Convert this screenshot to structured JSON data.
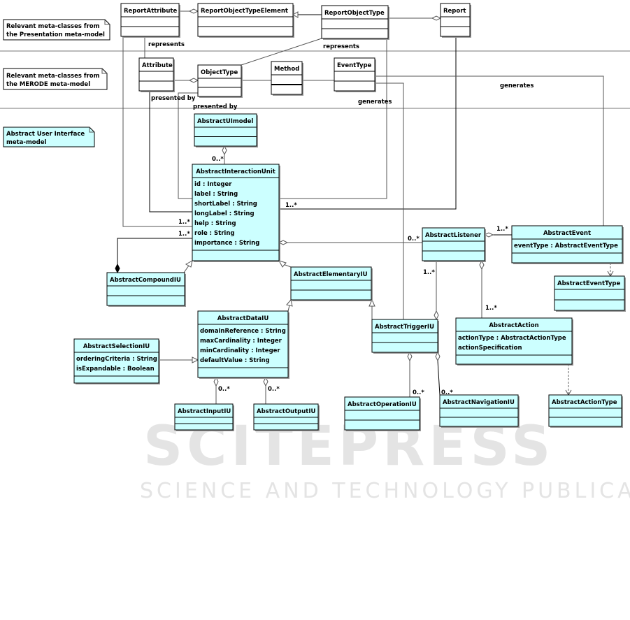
{
  "watermark": {
    "line1": "SCITEPRESS",
    "line2": "SCIENCE AND TECHNOLOGY PUBLICATIONS"
  },
  "notes": {
    "presentation": [
      "Relevant meta-classes from",
      "the Presentation meta-model"
    ],
    "merode": [
      "Relevant meta-classes from",
      "the MERODE meta-model"
    ],
    "aui": [
      "Abstract User Interface",
      "meta-model"
    ]
  },
  "classes": {
    "report_attribute": "ReportAttribute",
    "report_object_type_element": "ReportObjectTypeElement",
    "report_object_type": "ReportObjectType",
    "report": "Report",
    "attribute": "Attribute",
    "object_type": "ObjectType",
    "method": "Method",
    "event_type": "EventType",
    "abstract_ui_model": "AbstractUImodel",
    "abstract_interaction_unit": {
      "name": "AbstractInteractionUnit",
      "attrs": [
        "id : Integer",
        "label : String",
        "shortLabel : String",
        "longLabel : String",
        "help : String",
        "role : String",
        "importance : String"
      ]
    },
    "abstract_compound_iu": "AbstractCompoundIU",
    "abstract_elementary_iu": "AbstractElementaryIU",
    "abstract_data_iu": {
      "name": "AbstractDataIU",
      "attrs": [
        "domainReference : String",
        "maxCardinality : Integer",
        "minCardinality : Integer",
        "defaultValue  : String"
      ]
    },
    "abstract_selection_iu": {
      "name": "AbstractSelectionIU",
      "attrs": [
        "orderingCriteria : String",
        "isExpandable : Boolean"
      ]
    },
    "abstract_input_iu": "AbstractInputIU",
    "abstract_output_iu": "AbstractOutputIU",
    "abstract_trigger_iu": "AbstractTriggerIU",
    "abstract_operation_iu": "AbstractOperationIU",
    "abstract_navigation_iu": "AbstractNavigationIU",
    "abstract_listener": "AbstractListener",
    "abstract_event": {
      "name": "AbstractEvent",
      "attrs": [
        "eventType : AbstractEventType"
      ]
    },
    "abstract_event_type": "AbstractEventType",
    "abstract_action": {
      "name": "AbstractAction",
      "attrs": [
        "actionType : AbstractActionType",
        "actionSpecification"
      ]
    },
    "abstract_action_type": "AbstractActionType"
  },
  "labels": {
    "represents1": "represents",
    "represents2": "represents",
    "presented_by1": "presented by",
    "presented_by2": "presented by",
    "generates1": "generates",
    "generates2": "generates",
    "m_uimodel": "0..*",
    "m_attr_help": "1..*",
    "m_attr_role": "1..*",
    "m_report": "1..*",
    "m_listener_left": "0..*",
    "m_event": "1..*",
    "m_listener_trigger": "1..*",
    "m_action": "1..*",
    "m_input": "0..*",
    "m_output": "0..*",
    "m_operation": "0..*",
    "m_navigation": "0..*"
  },
  "colors": {
    "aui_fill": "#ccffff",
    "presentation_fill": "#ffffff"
  }
}
